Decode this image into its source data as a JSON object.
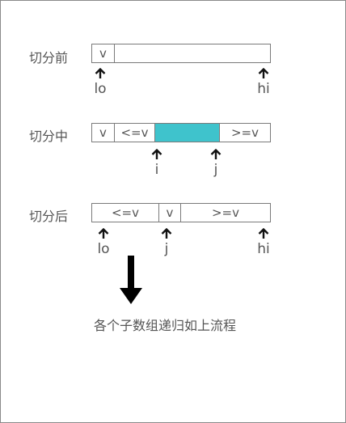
{
  "stages": [
    {
      "label": "切分前",
      "cells": [
        {
          "text": "v"
        },
        {
          "text": ""
        }
      ],
      "pointers": [
        {
          "label": "lo"
        },
        {
          "label": "hi"
        }
      ]
    },
    {
      "label": "切分中",
      "cells": [
        {
          "text": "v"
        },
        {
          "text": "<=v"
        },
        {
          "text": "",
          "highlight": "#3fc3cc"
        },
        {
          "text": ">=v"
        }
      ],
      "pointers": [
        {
          "label": "i"
        },
        {
          "label": "j"
        }
      ]
    },
    {
      "label": "切分后",
      "cells": [
        {
          "text": "<=v"
        },
        {
          "text": "v"
        },
        {
          "text": ">=v"
        }
      ],
      "pointers": [
        {
          "label": "lo"
        },
        {
          "label": "j"
        },
        {
          "label": "hi"
        }
      ]
    }
  ],
  "note": "各个子数组递归如上流程"
}
